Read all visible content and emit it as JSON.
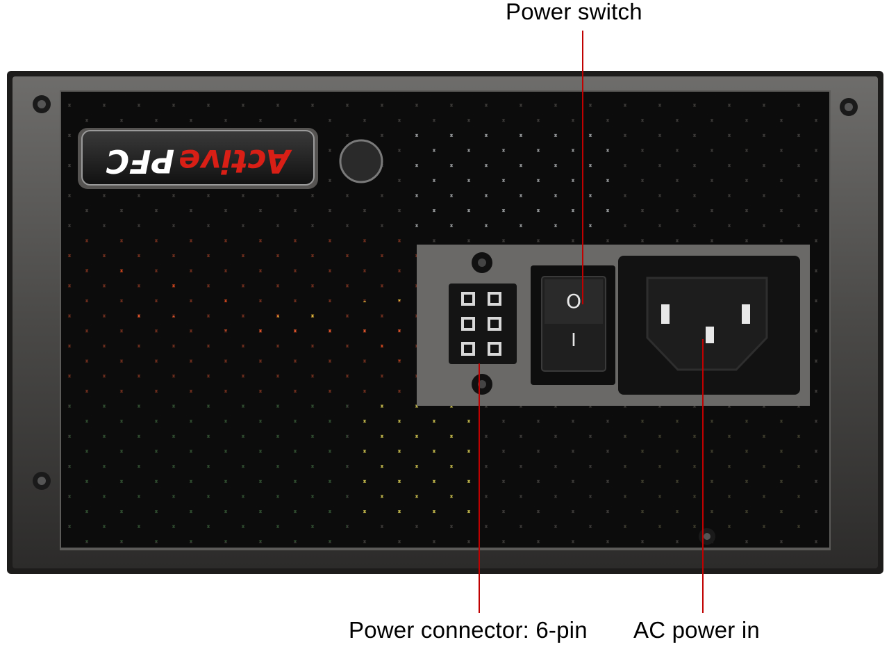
{
  "annotations": {
    "power_switch": "Power switch",
    "power_connector": "Power connector: 6-pin",
    "ac_power_in": "AC power in"
  },
  "badge": {
    "text_prefix": "Active",
    "text_suffix": "PFC"
  },
  "switch_symbols": {
    "off": "O",
    "on": "I"
  },
  "colors": {
    "callout_line": "#c00000",
    "panel": "#5b5a58",
    "badge_red": "#d91f16"
  },
  "icons": [
    "screw-icon",
    "fan-grille",
    "rocker-switch",
    "iec-c14-inlet",
    "pcie-6pin-connector"
  ]
}
